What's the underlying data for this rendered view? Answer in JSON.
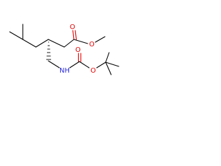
{
  "molecule": {
    "atoms": [
      {
        "id": "o_carbonyl_ester",
        "symbol": "O",
        "label": "O",
        "color": "#e00000"
      },
      {
        "id": "o_ester",
        "symbol": "O",
        "label": "O",
        "color": "#e00000"
      },
      {
        "id": "n_carbamate",
        "symbol": "N",
        "label": "NH",
        "color": "#2a2ae0"
      },
      {
        "id": "o_carbonyl_boc",
        "symbol": "O",
        "label": "O",
        "color": "#e00000"
      },
      {
        "id": "o_boc_ester",
        "symbol": "O",
        "label": "O",
        "color": "#e00000"
      }
    ],
    "stereo_center": "wedge-hash",
    "bond_color": "#000000"
  }
}
